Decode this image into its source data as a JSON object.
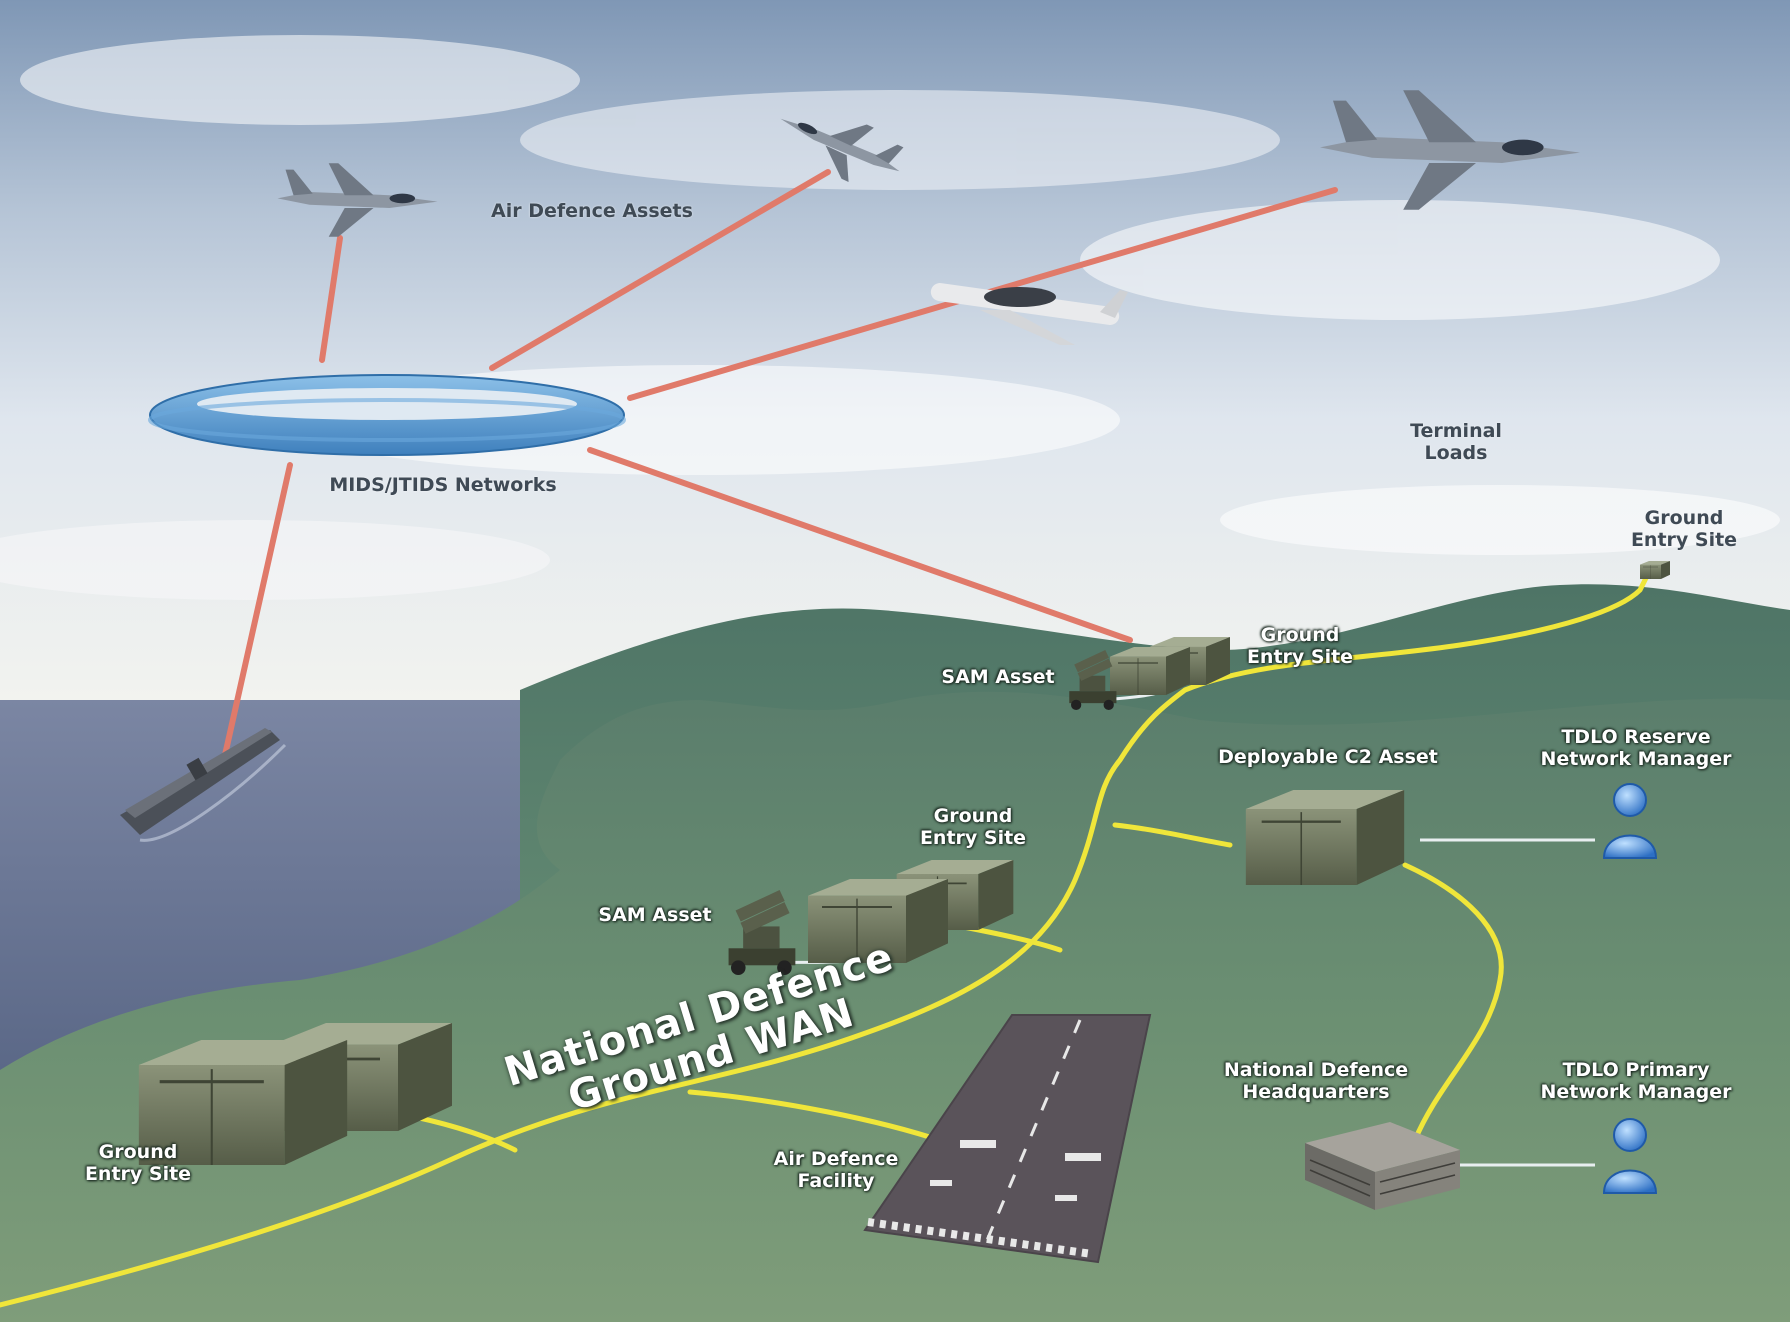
{
  "labels": {
    "air_defence_assets": "Air Defence Assets",
    "mids_jtids_networks": "MIDS/JTIDS Networks",
    "terminal_loads": [
      "Terminal",
      "Loads"
    ],
    "ground_entry_site_far": [
      "Ground",
      "Entry Site"
    ],
    "ground_entry_site_upper": [
      "Ground",
      "Entry Site"
    ],
    "sam_asset_upper": "SAM Asset",
    "deployable_c2_asset": "Deployable C2 Asset",
    "tdlo_reserve_network_manager": [
      "TDLO Reserve",
      "Network Manager"
    ],
    "ground_entry_site_middle": [
      "Ground",
      "Entry Site"
    ],
    "sam_asset_lower": "SAM Asset",
    "national_defence_ground_wan": [
      "National Defence",
      "Ground WAN"
    ],
    "national_defence_headquarters": [
      "National Defence",
      "Headquarters"
    ],
    "tdlo_primary_network_manager": [
      "TDLO Primary",
      "Network Manager"
    ],
    "ground_entry_site_left": [
      "Ground",
      "Entry Site"
    ],
    "air_defence_facility": [
      "Air Defence",
      "Facility"
    ]
  },
  "icons": {
    "network_ring": "mids-jtids-ring",
    "aircraft": [
      "typhoon-jet",
      "hornet-jet",
      "f16-jet",
      "awacs-plane"
    ],
    "ship": "aircraft-carrier",
    "sam": "sam-launcher",
    "shelter": "equipment-shelter",
    "hq": "hq-building",
    "person": "user-person",
    "runway": "runway"
  },
  "colors": {
    "radio_link": "#e07a6a",
    "ground_wan": "#f0e63a",
    "lan_link": "#e8eef0",
    "ring": "#5a9cd0",
    "person": "#4a8ee0"
  }
}
